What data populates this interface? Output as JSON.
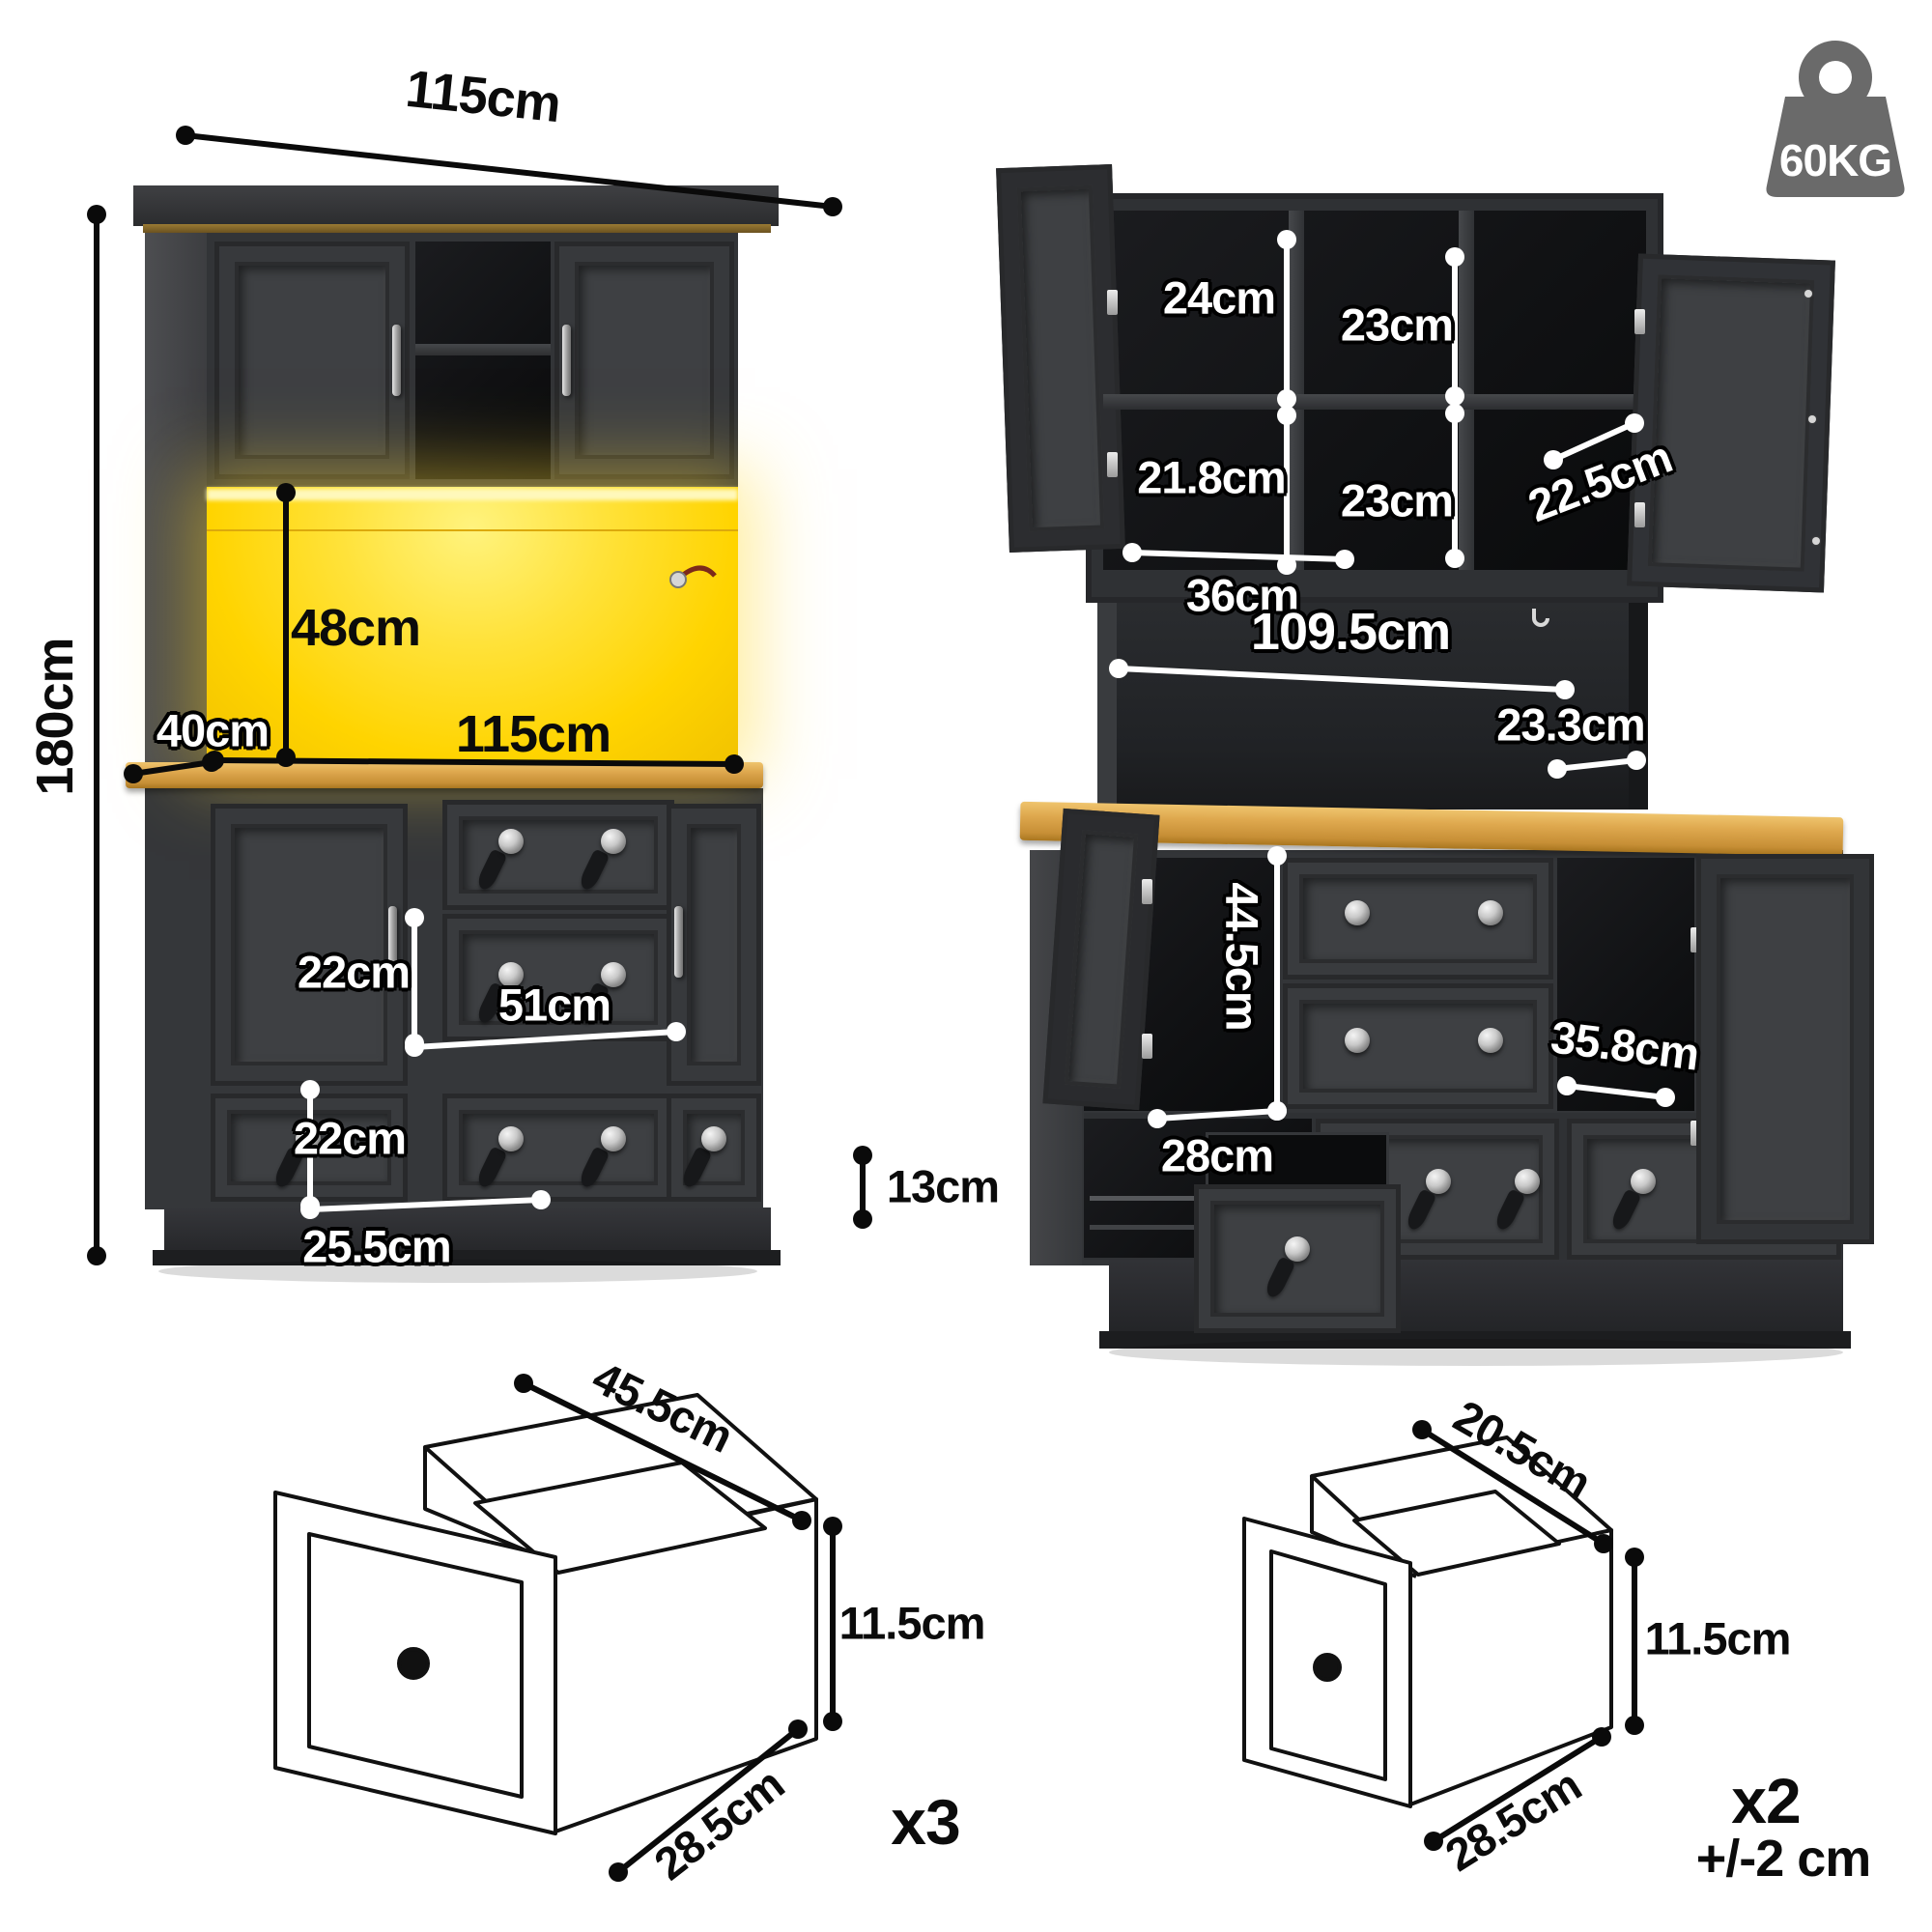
{
  "colors": {
    "led_yellow": "#FFD400",
    "wood_counter": "#D9A44A",
    "cabinet_dark": "#35373A",
    "badge_gray": "#6A6A6A"
  },
  "weight_badge": {
    "label": "60KG"
  },
  "tolerance": {
    "label": "+/-2 cm"
  },
  "front_view": {
    "top_width": "115cm",
    "total_height": "180cm",
    "hutch_opening_height": "48cm",
    "depth": "40cm",
    "counter_width": "115cm",
    "middle_drawer_height": "22cm",
    "middle_drawer_width": "51cm",
    "bottom_drawer_height": "22cm",
    "bottom_drawer_width": "25.5cm",
    "base_height": "13cm"
  },
  "open_view": {
    "cubby_top_left_height": "24cm",
    "cubby_top_center_height": "23cm",
    "cubby_bottom_left_height": "21.8cm",
    "cubby_bottom_center_height": "23cm",
    "cubby_depth": "22.5cm",
    "cubby_width": "36cm",
    "shelf_width": "109.5cm",
    "shelf_depth": "23.3cm",
    "door_opening_height": "44.5cm",
    "door_opening_width": "28cm",
    "right_opening_width": "35.8cm"
  },
  "large_drawer": {
    "width": "45.5cm",
    "height": "11.5cm",
    "depth": "28.5cm",
    "quantity": "x3"
  },
  "small_drawer": {
    "width": "20.5cm",
    "height": "11.5cm",
    "depth": "28.5cm",
    "quantity": "x2"
  }
}
